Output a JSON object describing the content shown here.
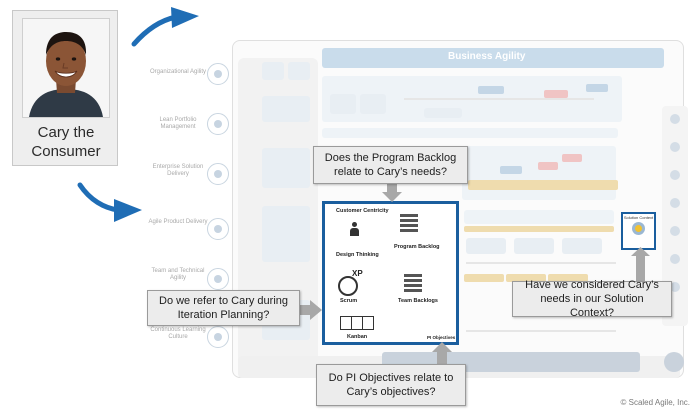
{
  "persona": {
    "name_line1": "Cary the",
    "name_line2": "Consumer"
  },
  "framework": {
    "header_title": "Business Agility",
    "competencies": [
      "Organizational Agility",
      "Lean Portfolio Management",
      "Enterprise Solution Delivery",
      "Agile Product Delivery",
      "Team and Technical Agility",
      "Continuous Learning Culture"
    ],
    "team_box": {
      "customer_centricity": "Customer Centricity",
      "design_thinking": "Design Thinking",
      "program_backlog": "Program Backlog",
      "xp": "XP",
      "scrum": "Scrum",
      "team_backlogs": "Team Backlogs",
      "kanban": "Kanban",
      "pi_objectives": "PI Objectives"
    },
    "solution_context": "Solution Context"
  },
  "callouts": {
    "program_backlog": "Does the Program Backlog relate to Cary’s needs?",
    "iteration_planning": "Do we refer to Cary during Iteration Planning?",
    "solution_context": "Have we considered Cary’s needs in our Solution Context?",
    "pi_objectives": "Do PI Objectives relate to Cary’s objectives?"
  },
  "footer": {
    "copyright": "© Scaled Agile, Inc."
  },
  "colors": {
    "accent_blue": "#1a5e9e",
    "arrow_blue": "#1f6db5",
    "callout_bg": "#ececec"
  }
}
